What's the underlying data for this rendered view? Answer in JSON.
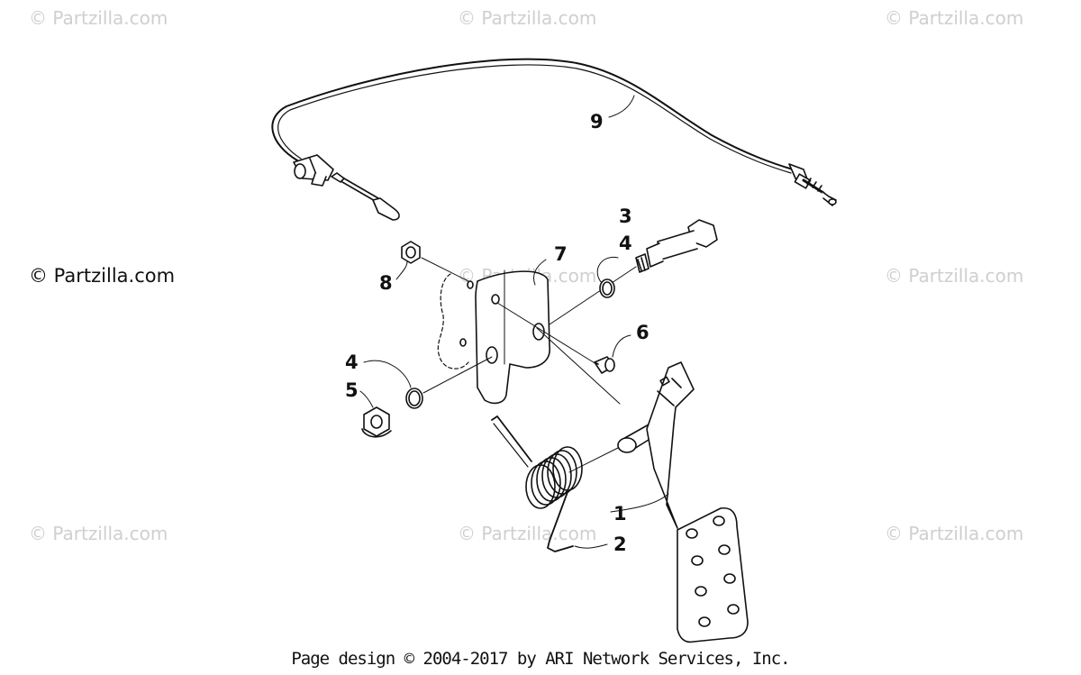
{
  "watermarks": {
    "text": "© Partzilla.com",
    "dark_text": "© Partzilla.com"
  },
  "callouts": {
    "c1": "1",
    "c2": "2",
    "c3": "3",
    "c4a": "4",
    "c4b": "4",
    "c5": "5",
    "c6": "6",
    "c7": "7",
    "c8": "8",
    "c9": "9"
  },
  "footer": {
    "text": "Page design © 2004-2017 by ARI Network Services, Inc."
  },
  "colors": {
    "line": "#111111",
    "watermark": "#cfcfcf",
    "background": "#ffffff"
  }
}
